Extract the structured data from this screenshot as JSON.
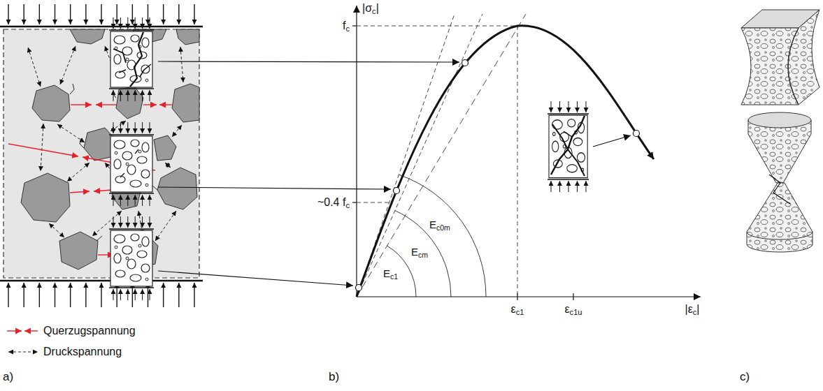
{
  "diagram": {
    "labels": [
      "a)",
      "b)",
      "c)",
      "|σc|",
      "fc",
      "~0.4 fc",
      "Ec0m",
      "Ecm",
      "Ec1",
      "εc1",
      "εc1u",
      "|εc|"
    ],
    "legend": [
      {
        "text": "Querzugspannung"
      },
      {
        "text": "Druckspannung"
      }
    ]
  }
}
